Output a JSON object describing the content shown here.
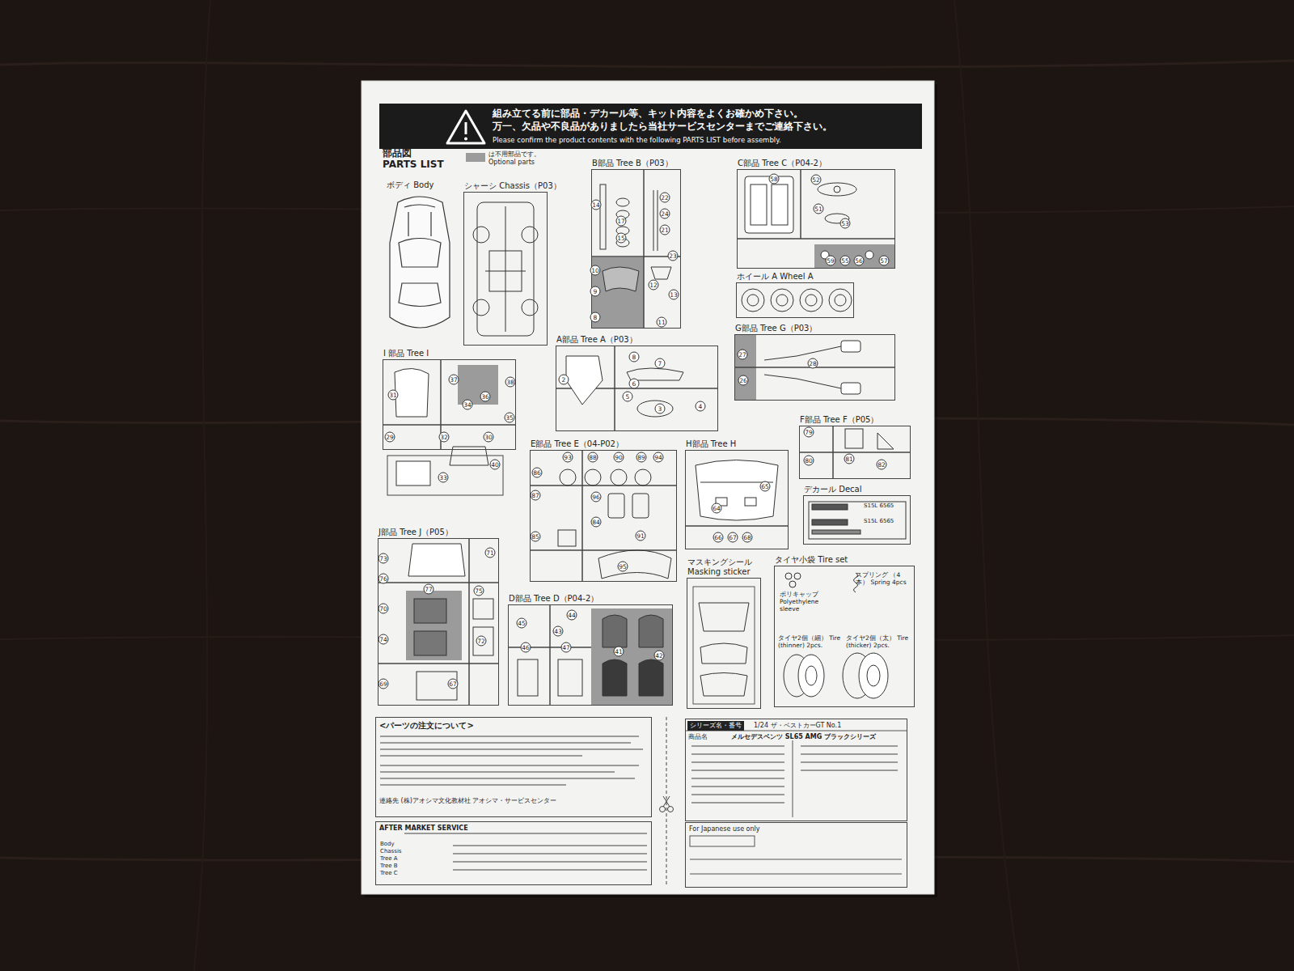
{
  "diagram": {
    "title": "部品図 PARTS LIST",
    "nodes": [
      {
        "text": [
          "組み立てる前に部品・デカール等、キット内容をよくお確かめ下さい。",
          "万一、欠品や不良品がありましたら当社サービスセンターまでご連絡下さい。",
          "Please confirm the product contents with the following PARTS LIST before assembly."
        ]
      },
      {
        "text": [
          "ボディ Body"
        ]
      },
      {
        "text": [
          "シャーシ Chassis（P03）"
        ]
      },
      {
        "text": [
          "B部品 Tree B（P03）"
        ]
      },
      {
        "text": [
          "C部品 Tree C（P04-2）"
        ]
      },
      {
        "text": [
          "ホイール A Wheel A"
        ]
      },
      {
        "text": [
          "G部品 Tree G（P03）"
        ]
      },
      {
        "text": [
          "I 部品 Tree I"
        ]
      },
      {
        "text": [
          "A部品 Tree A（P03）"
        ]
      },
      {
        "text": [
          "E部品 Tree E（04-P02）"
        ]
      },
      {
        "text": [
          "H部品 Tree H"
        ]
      },
      {
        "text": [
          "F部品 Tree F（P05）"
        ]
      },
      {
        "text": [
          "デカール Decal"
        ]
      },
      {
        "text": [
          "J部品 Tree J（P05）"
        ]
      },
      {
        "text": [
          "D部品 Tree D（P04-2）"
        ]
      },
      {
        "text": [
          "マスキングシール Masking sticker"
        ]
      },
      {
        "text": [
          "タイヤ小袋 Tire set",
          "ポリキャップ Polyethylene sleeve",
          "スプリング （4本） Spring 4pcs",
          "タイヤ2個（細） Tire (thinner) 2pcs.",
          "タイヤ2個（太） Tire (thicker) 2pcs."
        ]
      },
      {
        "text": [
          "<パーツの注文について>",
          "連絡先 (株)アオシマ文化教材社 アオシマ・サービスセンター"
        ]
      },
      {
        "text": [
          "AFTER MARKET SERVICE"
        ]
      },
      {
        "text": [
          "シリーズ名・番号",
          "1/24 ザ・ベストカーGT No.1",
          "商品名",
          "メルセデスベンツ SL65 AMG ブラックシリーズ"
        ]
      },
      {
        "text": [
          "For Japanese use only"
        ]
      }
    ],
    "labels": [
      "14",
      "22",
      "24",
      "17",
      "21",
      "15",
      "23",
      "10",
      "9",
      "12",
      "13",
      "8",
      "11",
      "58",
      "52",
      "51",
      "53",
      "59",
      "55",
      "56",
      "57",
      "27",
      "26",
      "28",
      "31",
      "37",
      "38",
      "34",
      "36",
      "35",
      "29",
      "32",
      "30",
      "33",
      "40",
      "2",
      "8",
      "7",
      "6",
      "5",
      "3",
      "4",
      "93",
      "88",
      "90",
      "89",
      "94",
      "86",
      "87",
      "85",
      "96",
      "84",
      "91",
      "95",
      "64",
      "65",
      "66",
      "67",
      "68",
      "79",
      "80",
      "81",
      "82",
      "S15L 6565",
      "S15L 6565",
      "73",
      "71",
      "76",
      "77",
      "75",
      "70",
      "74",
      "72",
      "69",
      "67",
      "44",
      "43",
      "41",
      "42",
      "45",
      "46",
      "47",
      "Body",
      "Chassis",
      "Tree A",
      "Tree B",
      "Tree C"
    ],
    "legend": [
      {
        "text": "は不用部品です。 Optional parts",
        "color": "#9b9b9b"
      }
    ]
  }
}
